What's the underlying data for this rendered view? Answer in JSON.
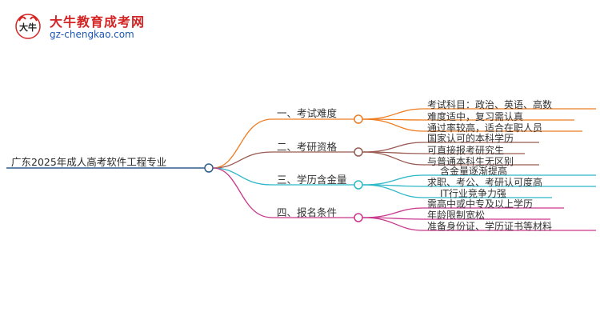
{
  "logo": {
    "mark_text": "大牛",
    "title": "大牛教育成考网",
    "url": "gz-chengkao.com"
  },
  "colors": {
    "b1": "#ee7d22",
    "b2": "#9a5a52",
    "b3": "#2cb8c8",
    "b4": "#c9388d",
    "root_line": "#2e5f8a"
  },
  "mindmap": {
    "root": "广东2025年成人高考软件工程专业",
    "branches": [
      {
        "label": "一、考试难度",
        "leaves": [
          "考试科目：政治、英语、高数",
          "难度适中，复习需认真",
          "通过率较高，适合在职人员"
        ]
      },
      {
        "label": "二、考研资格",
        "leaves": [
          "国家认可的本科学历",
          "可直接报考研究生",
          "与普通本科生无区别"
        ]
      },
      {
        "label": "三、学历含金量",
        "leaves": [
          "含金量逐渐提高",
          "求职、考公、考研认可度高",
          "IT行业竞争力强"
        ]
      },
      {
        "label": "四、报名条件",
        "leaves": [
          "需高中或中专及以上学历",
          "年龄限制宽松",
          "准备身份证、学历证书等材料"
        ]
      }
    ]
  }
}
